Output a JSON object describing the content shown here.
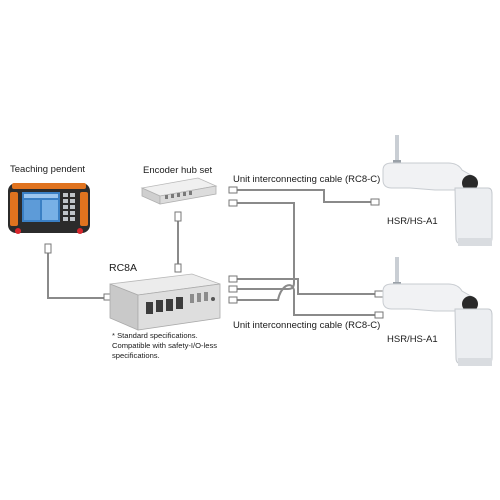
{
  "labels": {
    "teaching_pendant": "Teaching pendent",
    "encoder_hub": "Encoder hub set",
    "controller": "RC8A",
    "cable_top": "Unit interconnecting cable (RC8-C)",
    "cable_bottom": "Unit interconnecting cable (RC8-C)",
    "robot_top": "HSR/HS-A1",
    "robot_bottom": "HSR/HS-A1"
  },
  "note": {
    "line1": "* Standard specifications.",
    "line2": "Compatible with safety-I/O-less",
    "line3": "specifications."
  },
  "colors": {
    "cable": "#8a8a8a",
    "pendant_body": "#2b2b2b",
    "pendant_accent": "#e0731f",
    "pendant_screen": "#3a7fc4",
    "device_body": "#dcdcdc",
    "robot_body": "#f1f2f4"
  }
}
